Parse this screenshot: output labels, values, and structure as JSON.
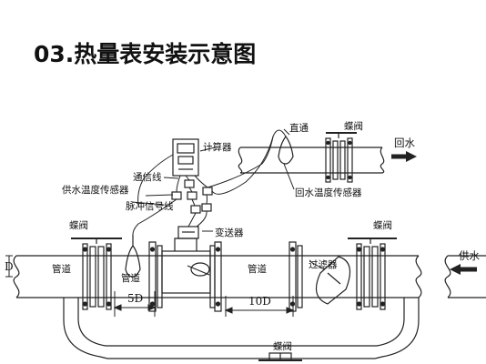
{
  "title": "03.热量表安装示意图",
  "labels": {
    "calculator": "计算器",
    "comm_line": "通信线",
    "supply_temp_sensor": "供水温度传感器",
    "pulse_line": "脉冲信号线",
    "transmitter": "变送器",
    "straight_pipe": "直通",
    "butterfly_valve_top": "蝶阀",
    "return_water": "回水",
    "return_temp_sensor": "回水温度传感器",
    "butterfly_valve_left": "蝶阀",
    "butterfly_valve_right": "蝶阀",
    "butterfly_valve_bottom": "蝶阀",
    "supply_water": "供水",
    "pipe_left": "管道",
    "pipe_left2": "管道",
    "pipe_mid": "管道",
    "filter": "过滤器",
    "dim_d": "D",
    "dim_5d": "5D",
    "dim_10d": "10D"
  }
}
